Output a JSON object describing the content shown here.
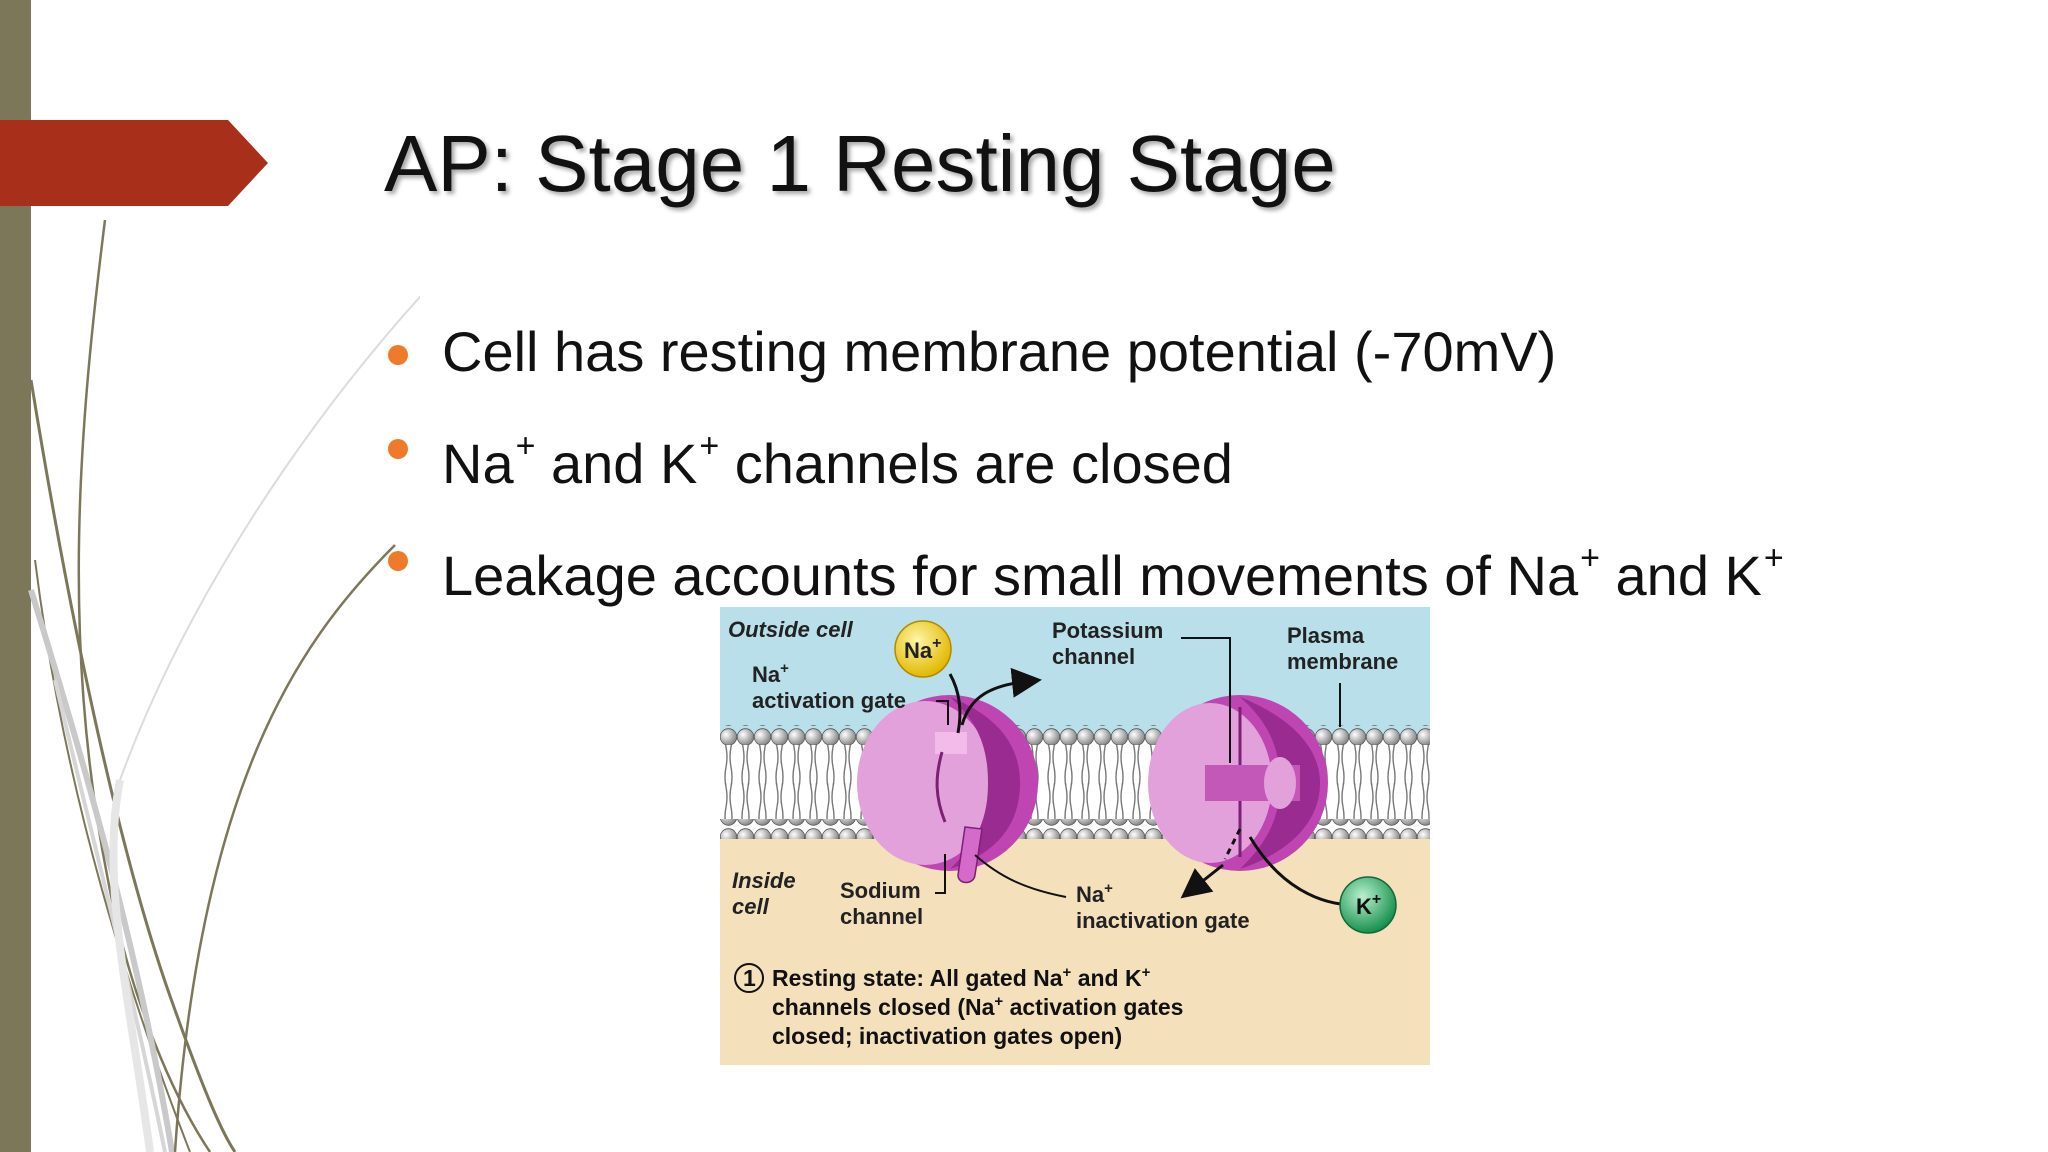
{
  "slide": {
    "title": "AP: Stage 1 Resting Stage",
    "bullets": [
      {
        "parts": [
          "Cell has resting membrane potential (-70mV)"
        ]
      },
      {
        "parts": [
          "Na",
          "+",
          " and K",
          "+",
          " channels are closed"
        ]
      },
      {
        "parts": [
          "Leakage accounts for small movements of Na",
          "+",
          " and K",
          "+"
        ]
      }
    ]
  },
  "figure": {
    "outside_label": "Outside cell",
    "inside_label_1": "Inside",
    "inside_label_2": "cell",
    "na_ion": "Na",
    "na_ion_sup": "+",
    "k_ion": "K",
    "k_ion_sup": "+",
    "activation_gate_1": "Na",
    "activation_gate_sup": "+",
    "activation_gate_2": "activation gate",
    "potassium_channel_1": "Potassium",
    "potassium_channel_2": "channel",
    "plasma_membrane_1": "Plasma",
    "plasma_membrane_2": "membrane",
    "sodium_channel_1": "Sodium",
    "sodium_channel_2": "channel",
    "inactivation_gate_1": "Na",
    "inactivation_gate_sup": "+",
    "inactivation_gate_2": "inactivation gate",
    "step_number": "1",
    "caption_line_1_a": "Resting state: All gated Na",
    "caption_line_1_sup1": "+",
    "caption_line_1_b": " and K",
    "caption_line_1_sup2": "+",
    "caption_line_2_a": "channels closed (Na",
    "caption_line_2_sup": "+",
    "caption_line_2_b": " activation gates",
    "caption_line_3": "closed; inactivation gates open)"
  },
  "colors": {
    "accent_bar": "#7d7759",
    "arrow": "#a8301a",
    "bullet": "#ee7a2a",
    "outside": "#b9e0ea",
    "inside": "#f4e1bc",
    "channel": "#bf45b2"
  }
}
